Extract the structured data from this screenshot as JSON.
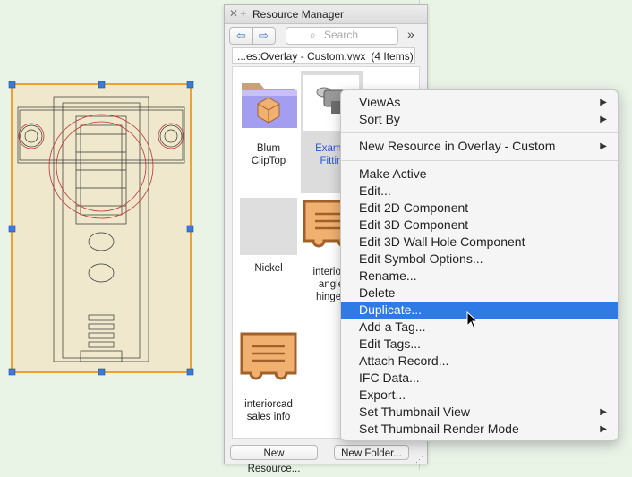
{
  "panel": {
    "title": "Resource Manager",
    "search_placeholder": "Search",
    "file_name": "...es:Overlay - Custom.vwx",
    "item_count": "(4 Items)",
    "buttons": {
      "new_resource": "New Resource...",
      "new_folder": "New Folder..."
    }
  },
  "resources": [
    {
      "label_line1": "Blum",
      "label_line2": "ClipTop"
    },
    {
      "label_line1": "Examp",
      "label_line2": "Fittin"
    },
    {
      "label_line1": "Nickel",
      "label_line2": ""
    },
    {
      "label_line1": "interiorc",
      "label_line2": "angle",
      "label_line3": "hinge i"
    },
    {
      "label_line1": "interiorcad",
      "label_line2": "sales info"
    }
  ],
  "context_menu": {
    "items": [
      "ViewAs",
      "Sort By",
      "New Resource in Overlay - Custom",
      "Make Active",
      "Edit...",
      "Edit 2D Component",
      "Edit 3D Component",
      "Edit 3D Wall Hole Component",
      "Edit Symbol Options...",
      "Rename...",
      "Delete",
      "Duplicate...",
      "Add a Tag...",
      "Edit Tags...",
      "Attach Record...",
      "IFC Data...",
      "Export...",
      "Set Thumbnail View",
      "Set Thumbnail Render Mode"
    ],
    "highlighted": "Duplicate..."
  },
  "colors": {
    "highlight": "#2f7ae5",
    "selection_orange": "#f0a030",
    "folder": "#c8a07a",
    "canvas": "#e9f3e6"
  }
}
